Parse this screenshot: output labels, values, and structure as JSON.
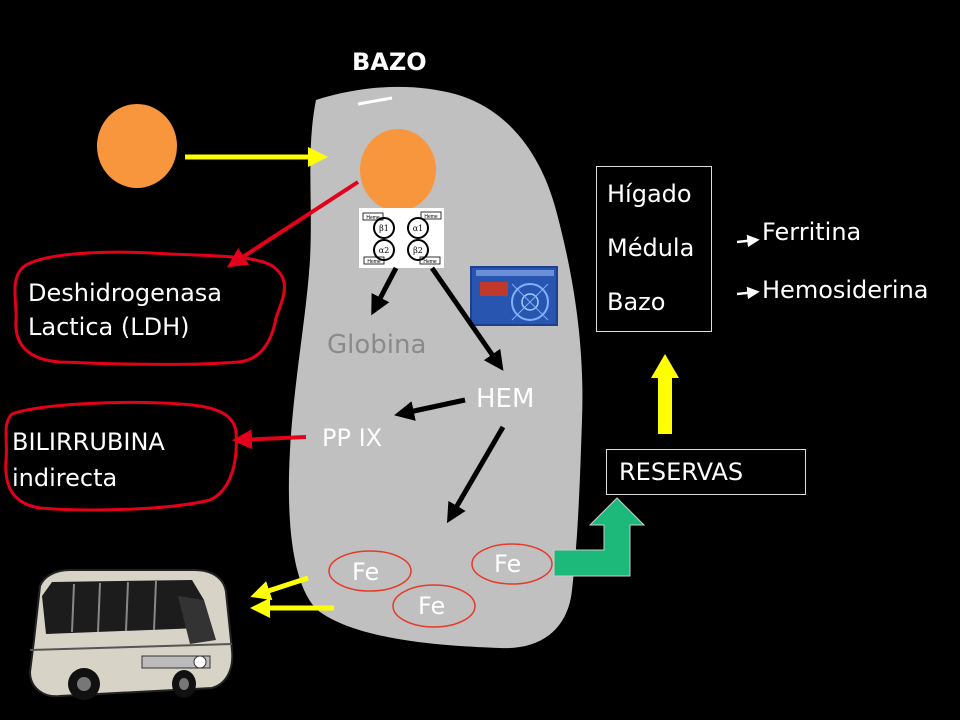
{
  "title": "BAZO",
  "labels": {
    "globina": "Globina",
    "hem": "HEM",
    "pp_ix": "PP IX",
    "ldh_line1": "Deshidrogenasa",
    "ldh_line2": "Lactica (LDH)",
    "bili_line1": "BILIRRUBINA",
    "bili_line2": "indirecta",
    "fe": "Fe",
    "reservas": "RESERVAS",
    "ferritina": "Ferritina",
    "hemosiderina": "Hemosiderina"
  },
  "organs": [
    "Hígado",
    "Médula",
    "Bazo"
  ],
  "heme_diagram": {
    "heme": "Heme",
    "alpha1": "α1",
    "alpha2": "α2",
    "beta1": "β1",
    "beta2": "β2"
  },
  "colors": {
    "background": "#000000",
    "spleen": "#c0c0c0",
    "cell": "#f7963d",
    "arrow_red": "#e3001b",
    "arrow_yellow": "#ffff00",
    "arrow_green": "#1db97a",
    "fe_outline": "#e63a2a",
    "label_outline": "#e3001b"
  }
}
